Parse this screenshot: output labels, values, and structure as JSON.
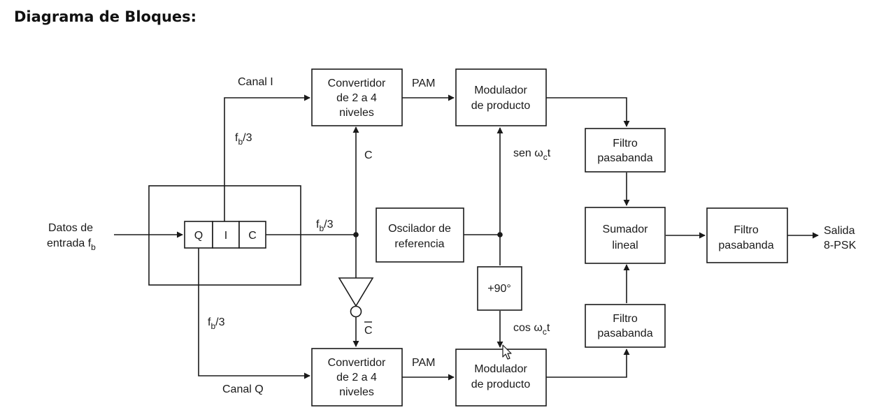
{
  "title": "Diagrama de Bloques:",
  "diagram": {
    "input": {
      "line1": "Datos de",
      "line2": "entrada f",
      "sub": "b"
    },
    "register_cells": [
      "Q",
      "I",
      "C"
    ],
    "blocks": {
      "conv_top": [
        "Convertidor",
        "de 2 a 4",
        "niveles"
      ],
      "conv_bottom": [
        "Convertidor",
        "de 2 a 4",
        "niveles"
      ],
      "mod_top": [
        "Modulador",
        "de producto"
      ],
      "mod_bottom": [
        "Modulador",
        "de producto"
      ],
      "oscillator": [
        "Oscilador de",
        "referencia"
      ],
      "phase_shift": "+90°",
      "filter_top": [
        "Filtro",
        "pasabanda"
      ],
      "filter_bottom": [
        "Filtro",
        "pasabanda"
      ],
      "adder": [
        "Sumador",
        "lineal"
      ],
      "filter_out": [
        "Filtro",
        "pasabanda"
      ]
    },
    "labels": {
      "canal_i": "Canal I",
      "canal_q": "Canal Q",
      "pam_top": "PAM",
      "pam_bottom": "PAM",
      "c": "C",
      "c_bar": "C",
      "rate": {
        "pre": "f",
        "sub": "b",
        "post": "/3"
      },
      "sin": {
        "pre": "sen ω",
        "sub": "c",
        "post": "t"
      },
      "cos": {
        "pre": "cos ω",
        "sub": "c",
        "post": "t"
      },
      "output": [
        "Salida",
        "8-PSK"
      ]
    }
  }
}
